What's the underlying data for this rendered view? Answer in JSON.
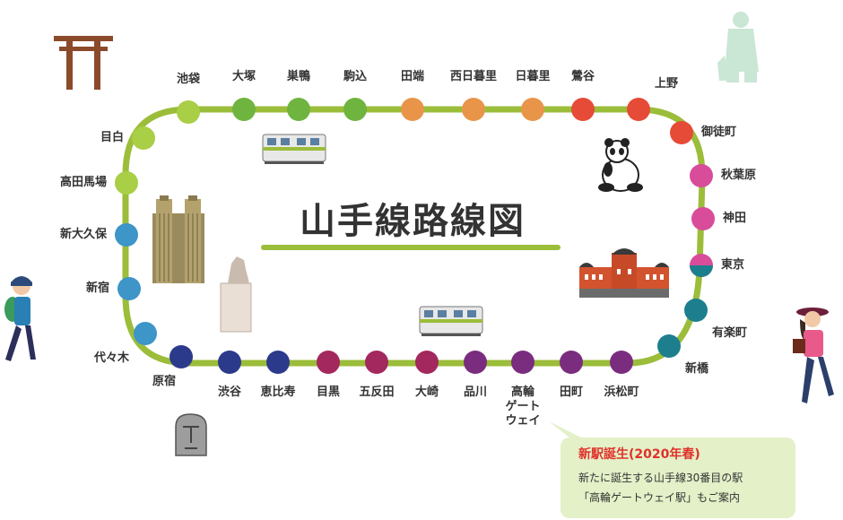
{
  "title": "山手線路線図",
  "note": {
    "heading": "新駅誕生(2020年春)",
    "line1": "新たに誕生する山手線30番目の駅",
    "line2": "「高輪ゲートウェイ駅」もご案内"
  },
  "colors": {
    "track": "#9bbd3a",
    "green_light": "#a8cf45",
    "green": "#6eb43f",
    "orange": "#e8954a",
    "red": "#e64b37",
    "pink": "#d94c9a",
    "blue": "#3d95c8",
    "teal": "#1d7f8e",
    "navy": "#2c3a8c",
    "purple": "#7a2d7e",
    "crimson": "#a3285d"
  },
  "stations": [
    {
      "name": "池袋",
      "color": "green_light"
    },
    {
      "name": "大塚",
      "color": "green"
    },
    {
      "name": "巣鴨",
      "color": "green"
    },
    {
      "name": "駒込",
      "color": "green"
    },
    {
      "name": "田端",
      "color": "orange"
    },
    {
      "name": "西日暮里",
      "color": "orange"
    },
    {
      "name": "日暮里",
      "color": "orange"
    },
    {
      "name": "鶯谷",
      "color": "red"
    },
    {
      "name": "上野",
      "color": "red"
    },
    {
      "name": "御徒町",
      "color": "red"
    },
    {
      "name": "秋葉原",
      "color": "pink"
    },
    {
      "name": "神田",
      "color": "pink"
    },
    {
      "name": "東京",
      "color": "pink"
    },
    {
      "name": "有楽町",
      "color": "teal"
    },
    {
      "name": "新橋",
      "color": "teal"
    },
    {
      "name": "浜松町",
      "color": "purple"
    },
    {
      "name": "田町",
      "color": "purple"
    },
    {
      "name": "高輪\nゲート\nウェイ",
      "color": "purple"
    },
    {
      "name": "品川",
      "color": "purple"
    },
    {
      "name": "大崎",
      "color": "crimson"
    },
    {
      "name": "五反田",
      "color": "crimson"
    },
    {
      "name": "目黒",
      "color": "crimson"
    },
    {
      "name": "恵比寿",
      "color": "navy"
    },
    {
      "name": "渋谷",
      "color": "navy"
    },
    {
      "name": "原宿",
      "color": "navy"
    },
    {
      "name": "代々木",
      "color": "blue"
    },
    {
      "name": "新宿",
      "color": "blue"
    },
    {
      "name": "新大久保",
      "color": "blue"
    },
    {
      "name": "高田馬場",
      "color": "green_light"
    },
    {
      "name": "目白",
      "color": "green_light"
    }
  ],
  "illustrations": [
    "torii-icon",
    "saigo-statue-icon",
    "panda-icon",
    "train-icon",
    "tokyo-station-icon",
    "skyscraper-icon",
    "hachiko-statue-icon",
    "moai-icon",
    "hiker-girl-icon",
    "tourist-girl-icon"
  ]
}
